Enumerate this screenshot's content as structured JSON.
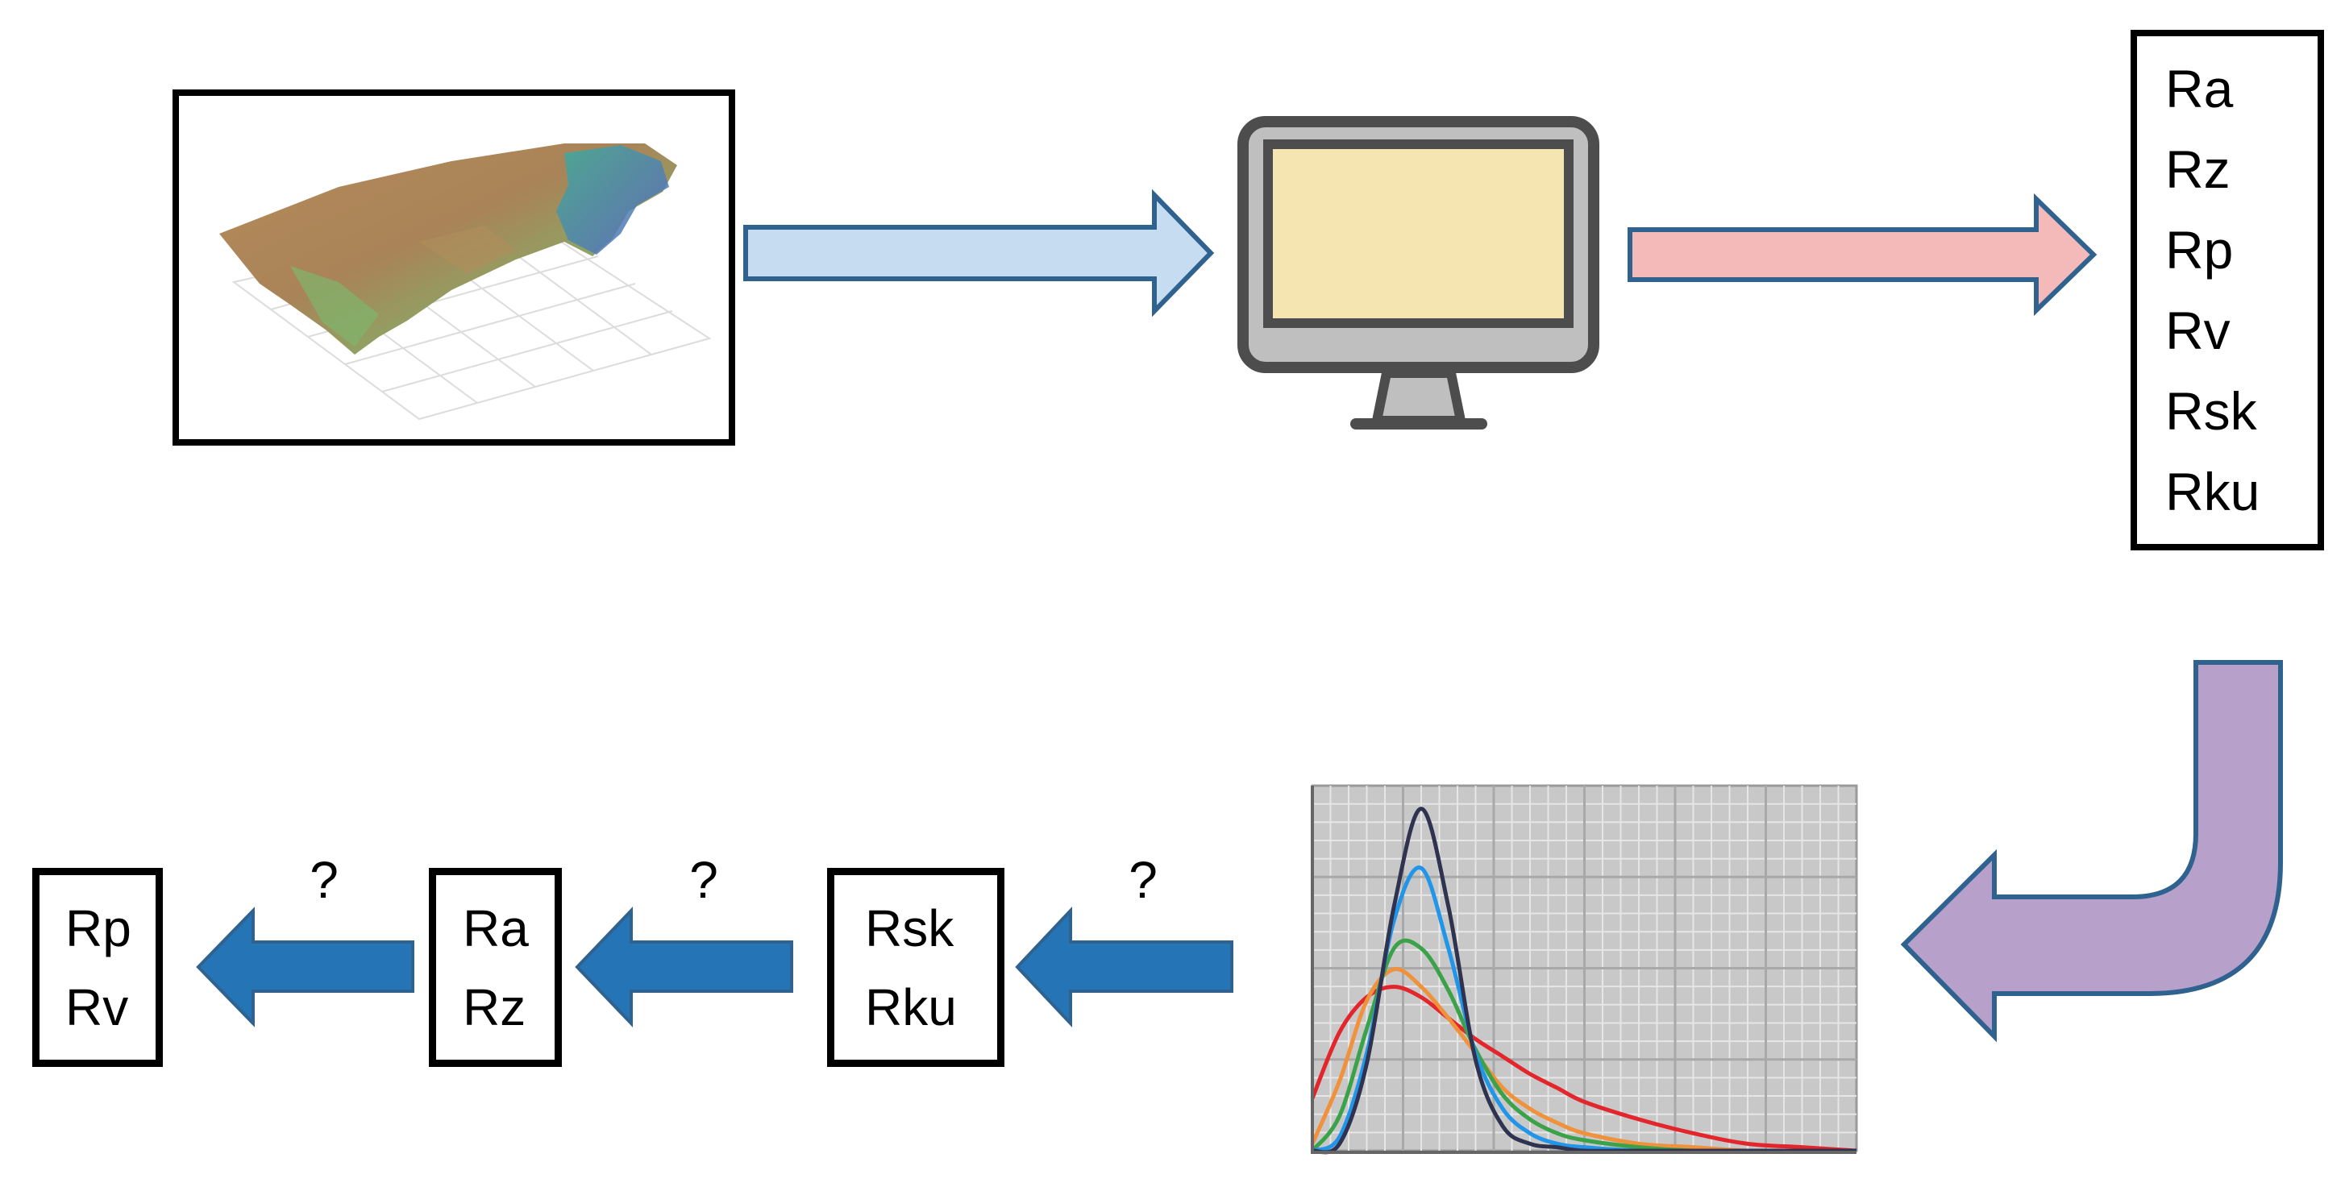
{
  "colors": {
    "arrow_light_blue": "#c5dcf1",
    "arrow_blue_stroke": "#2f628f",
    "arrow_pink": "#f4baba",
    "arrow_purple": "#b7a1cb",
    "arrow_dark_blue": "#2474b6",
    "monitor_gray": "#bfbfbf",
    "monitor_dark": "#4d4d4d",
    "monitor_screen": "#f5e6b1",
    "chart_bg": "#c8c8c8"
  },
  "surface_image": {
    "icon": "surface-topography-3d-icon"
  },
  "computer": {
    "icon": "computer-monitor-icon"
  },
  "output_parameters": [
    "Ra",
    "Rz",
    "Rp",
    "Rv",
    "Rsk",
    "Rku"
  ],
  "bottom_row": {
    "box_shape": [
      "Rsk",
      "Rku"
    ],
    "box_amplitude": [
      "Ra",
      "Rz"
    ],
    "box_extremes": [
      "Rp",
      "Rv"
    ],
    "question_marks": [
      "?",
      "?",
      "?"
    ]
  },
  "chart_data": {
    "type": "line",
    "title": "",
    "xlabel": "",
    "ylabel": "",
    "grid": true,
    "x": [
      0,
      0.5,
      1,
      1.5,
      2,
      2.5,
      3,
      3.5,
      4,
      4.5,
      5,
      6,
      7,
      8,
      9,
      10
    ],
    "series": [
      {
        "color": "#e3262b",
        "values": [
          0.15,
          0.34,
          0.44,
          0.47,
          0.44,
          0.38,
          0.32,
          0.27,
          0.22,
          0.18,
          0.14,
          0.09,
          0.05,
          0.02,
          0.01,
          0.0
        ]
      },
      {
        "color": "#f0913c",
        "values": [
          0.02,
          0.2,
          0.43,
          0.52,
          0.47,
          0.38,
          0.28,
          0.18,
          0.12,
          0.08,
          0.05,
          0.02,
          0.01,
          0.0,
          0.0,
          0.0
        ]
      },
      {
        "color": "#3ba24a",
        "values": [
          0.0,
          0.1,
          0.35,
          0.58,
          0.58,
          0.46,
          0.29,
          0.16,
          0.09,
          0.05,
          0.03,
          0.01,
          0.0,
          0.0,
          0.0,
          0.0
        ]
      },
      {
        "color": "#2196e8",
        "values": [
          0.0,
          0.04,
          0.28,
          0.66,
          0.81,
          0.58,
          0.28,
          0.12,
          0.05,
          0.02,
          0.01,
          0.0,
          0.0,
          0.0,
          0.0,
          0.0
        ]
      },
      {
        "color": "#2f3350",
        "values": [
          0.0,
          0.02,
          0.25,
          0.7,
          0.98,
          0.7,
          0.26,
          0.07,
          0.02,
          0.01,
          0.0,
          0.0,
          0.0,
          0.0,
          0.0,
          0.0
        ]
      }
    ],
    "xlim": [
      0,
      10
    ],
    "ylim": [
      0,
      1.0
    ]
  }
}
